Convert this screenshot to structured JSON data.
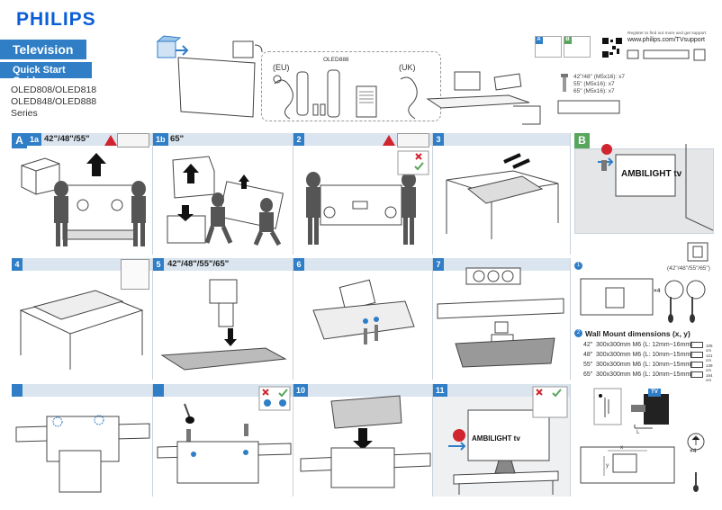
{
  "brand": "PHILIPS",
  "title": "Television",
  "subtitle": "Quick Start Guide",
  "models": [
    "OLED808/OLED818",
    "OLED848/OLED888",
    "Series"
  ],
  "box_labels": {
    "eu": "(EU)",
    "uk": "(UK)",
    "remote": "OLED888"
  },
  "register": {
    "text": "Register to find out more and get support",
    "url": "www.philips.com/TVsupport"
  },
  "screws": {
    "s1": "42\"/48\"",
    "s1_spec": "(M5x16): x7",
    "s2": "55\"",
    "s2_spec": "(M5x16): x7",
    "s3": "65\"",
    "s3_spec": "(M5x16): x7"
  },
  "section_tabs": {
    "a": "A",
    "b": "B"
  },
  "header_ab": {
    "a": "A",
    "b": "B"
  },
  "panels": {
    "p1a": {
      "num": "1a",
      "tag": "42\"/48\"/55\""
    },
    "p1b": {
      "num": "1b",
      "tag": "65\""
    },
    "p2": {
      "num": "2"
    },
    "p3": {
      "num": "3"
    },
    "p4": {
      "num": "4"
    },
    "p5": {
      "num": "5",
      "tag": "42\"/48\"/55\"/65\""
    },
    "p6": {
      "num": "6"
    },
    "p7": {
      "num": "7"
    },
    "p8": {
      "num": ""
    },
    "p9": {
      "num": ""
    },
    "p10": {
      "num": "10"
    },
    "p11": {
      "num": "11"
    }
  },
  "ambilight": "AMBILIGHT tv",
  "ambilight_small": "AMBILIGHT tv",
  "tv_badge": "TV",
  "wall": {
    "step1": "1",
    "step2": "2",
    "sizes_label": "(42\"/48\"/55\"/65\")",
    "x4": "×4",
    "x4b": "×4",
    "title": "Wall Mount dimensions (x, y)",
    "rows": [
      {
        "size": "42\"",
        "spec": "300x300mm M6 (L: 12mm~16mm)",
        "dist": "105 cm"
      },
      {
        "size": "48\"",
        "spec": "300x300mm M6 (L: 10mm~15mm)",
        "dist": "121 cm"
      },
      {
        "size": "55\"",
        "spec": "300x300mm M6 (L: 10mm~15mm)",
        "dist": "139 cm"
      },
      {
        "size": "65\"",
        "spec": "300x300mm M6 (L: 10mm~15mm)",
        "dist": "164 cm"
      }
    ],
    "dim_x": "x",
    "dim_y": "y",
    "dim_l": "L"
  },
  "colors": {
    "blue": "#2f7ec6",
    "green": "#58a55c",
    "warn": "#d0242e",
    "brand": "#0b5ed7"
  }
}
